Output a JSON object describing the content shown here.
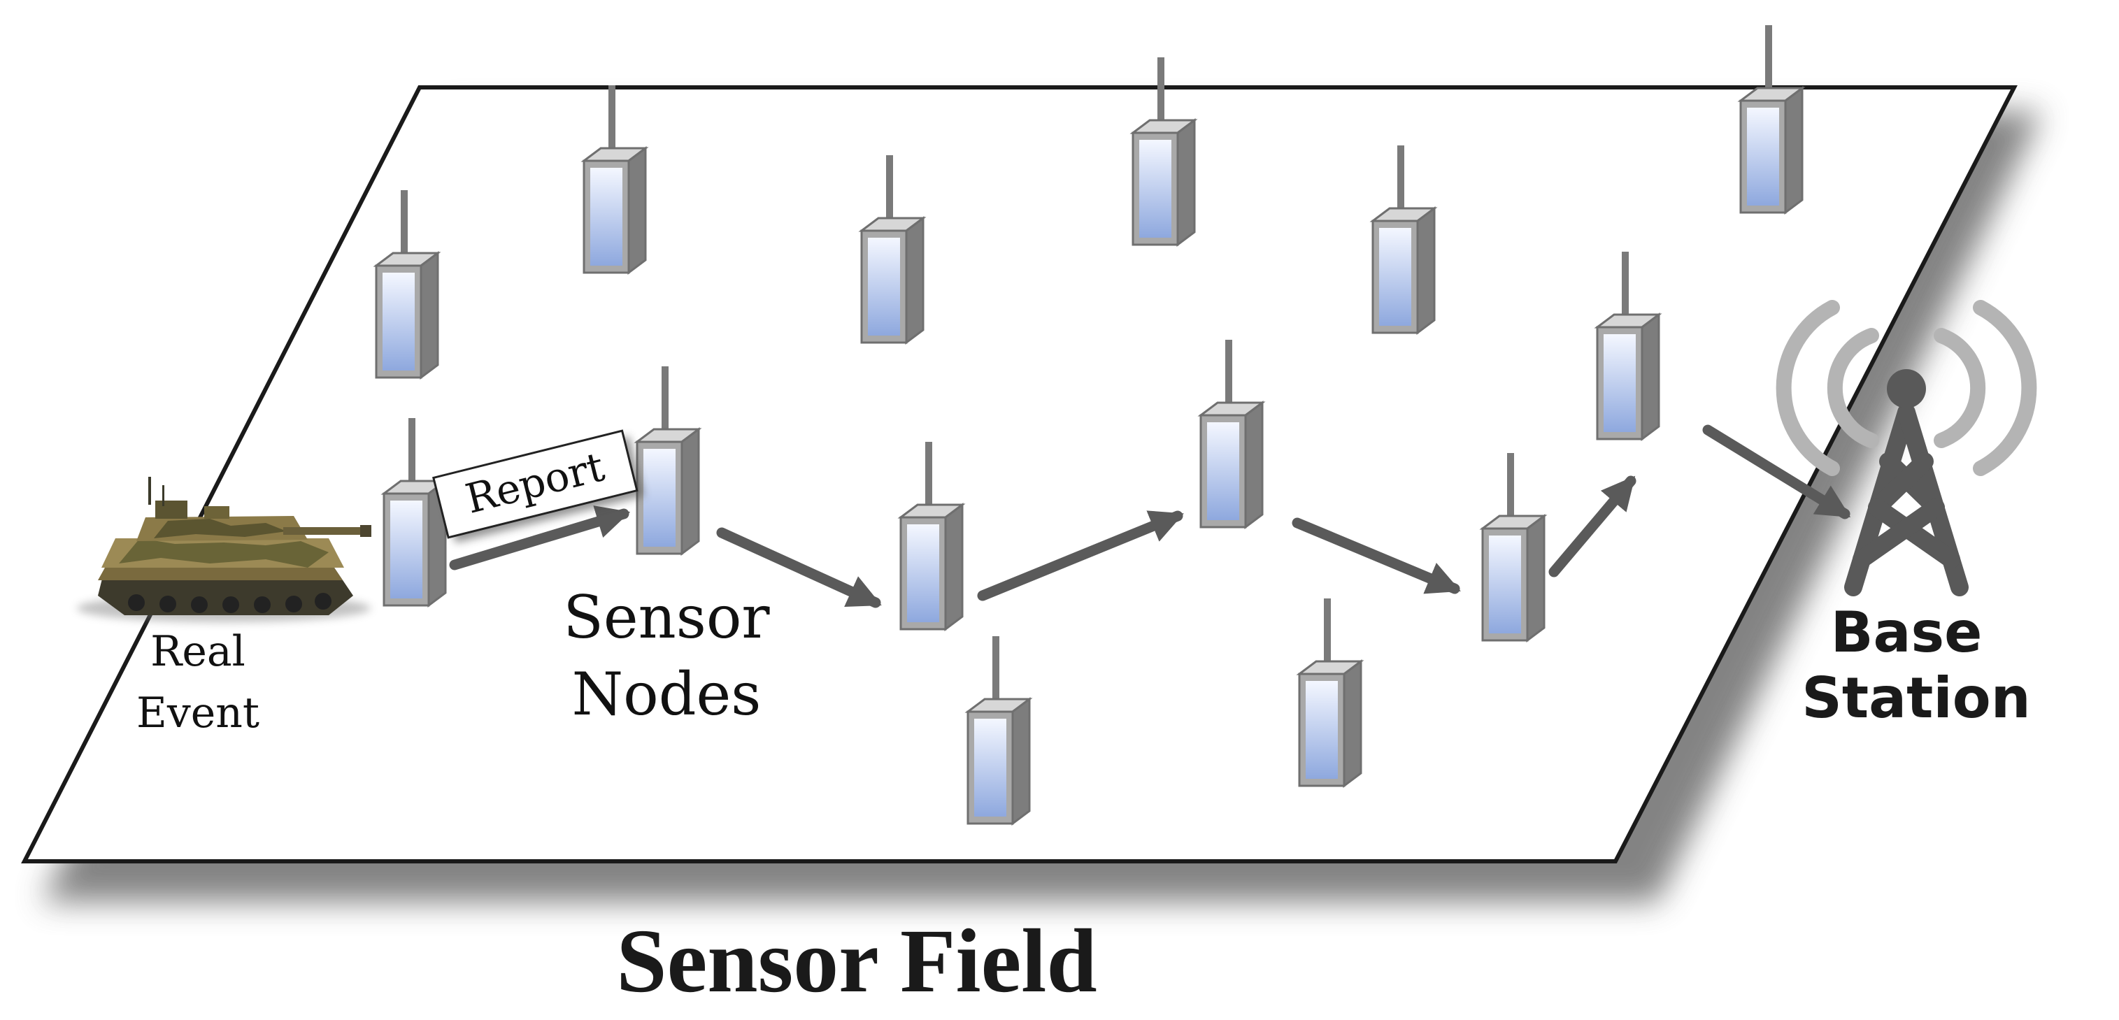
{
  "labels": {
    "real_event": [
      "Real",
      "Event"
    ],
    "report": "Report",
    "sensor_nodes": [
      "Sensor",
      "Nodes"
    ],
    "base_station": [
      "Base",
      "Station"
    ],
    "field_title": "Sensor Field"
  },
  "icons": {
    "event": "tank-icon",
    "node": "sensor-node-icon",
    "base": "radio-tower-icon"
  },
  "colors": {
    "field_fill": "#ffffff",
    "field_border": "#1a1a1a",
    "arrow": "#5a5a5a",
    "node_face_top": "#f4f7ff",
    "node_face_bottom": "#8ea8de",
    "node_body": "#8c8c8c",
    "tower": "#595959",
    "signal": "#b4b4b4"
  }
}
